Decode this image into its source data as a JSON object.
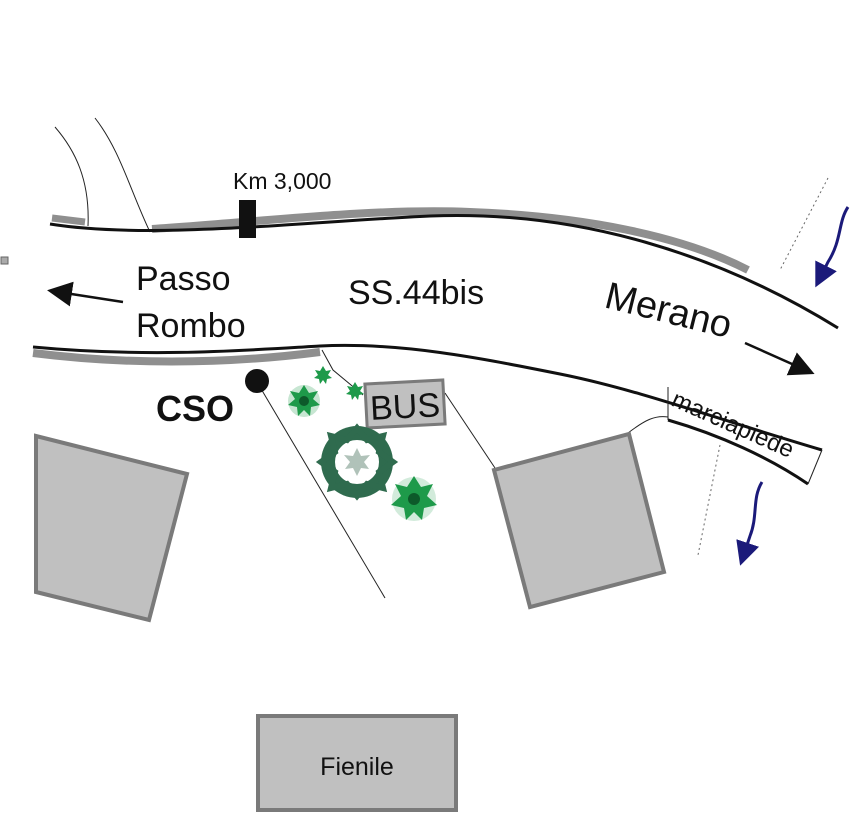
{
  "map": {
    "road_name": "SS.44bis",
    "km_marker": "Km 3,000",
    "direction_west": {
      "line1": "Passo",
      "line2": "Rombo"
    },
    "direction_east": "Merano",
    "point_label": "CSO",
    "bus_stop": "BUS",
    "sidewalk": "marciapiede",
    "barn": "Fienile"
  },
  "colors": {
    "road_edge": "#111111",
    "shoulder": "#8f8f8f",
    "building_fill": "#c0c0c0",
    "building_stroke": "#7a7a7a",
    "flow_arrow": "#1b1a7a",
    "tree_dark": "#2f6b4e",
    "tree_green": "#1e9a4a"
  },
  "icons": [
    "arrow-left-icon",
    "arrow-right-icon",
    "flow-arrow-icon",
    "tree-icon",
    "km-marker-icon",
    "cso-point-icon"
  ]
}
